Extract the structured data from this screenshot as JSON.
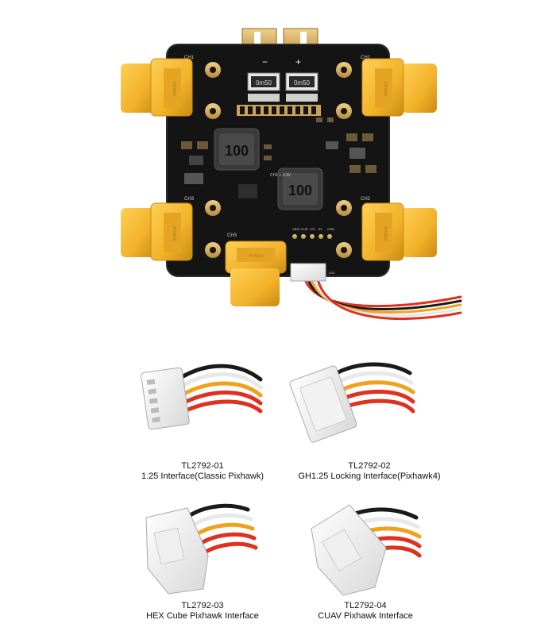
{
  "board": {
    "channel_labels": [
      "CH1",
      "CH1",
      "CH3",
      "CH2",
      "CH3"
    ],
    "regulator_markings": [
      "0m50",
      "0m50"
    ],
    "inductor_markings": [
      "100",
      "100"
    ],
    "polarity_minus": "−",
    "polarity_plus": "+",
    "silkscreen_note": "CH1 + 3.3V",
    "pin_labels": [
      "VBAT",
      "CUR",
      "12V",
      "5V",
      "GND"
    ],
    "xt60_brand": "Amass"
  },
  "cables": [
    {
      "model": "TL2792-01",
      "description": "1.25 Interface(Classic Pixhawk)"
    },
    {
      "model": "TL2792-02",
      "description": "GH1.25 Locking Interface(Pixhawk4)"
    },
    {
      "model": "TL2792-03",
      "description": "HEX Cube Pixhawk Interface"
    },
    {
      "model": "TL2792-04",
      "description": "CUAV Pixhawk Interface"
    }
  ],
  "colors": {
    "pcb": "#141414",
    "connector_yellow": "#f2b12a",
    "gold_pad": "#d8b06a",
    "wire_red": "#e0301e",
    "wire_orange": "#f0a21c",
    "wire_black": "#1a1a1a"
  }
}
